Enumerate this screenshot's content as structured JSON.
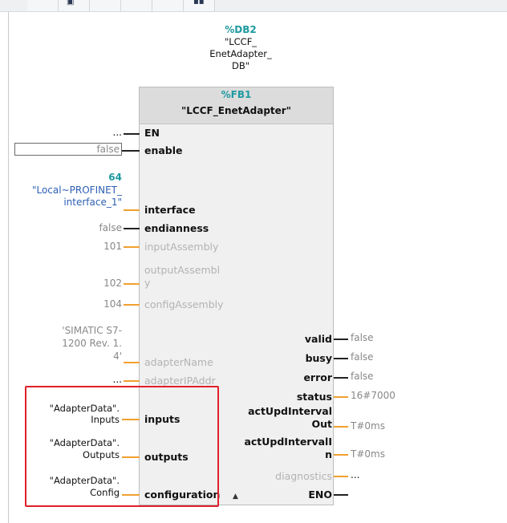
{
  "instance_db": {
    "address": "%DB2",
    "name_lines": [
      "\"LCCF_",
      "EnetAdapter_",
      "DB\""
    ]
  },
  "function_block": {
    "address": "%FB1",
    "name": "\"LCCF_EnetAdapter\""
  },
  "inputs": {
    "en": {
      "param": "EN",
      "value": "..."
    },
    "enable": {
      "param": "enable",
      "value": "false"
    },
    "interface": {
      "param": "interface",
      "hw_id": "64",
      "value_lines": [
        "\"Local~PROFINET_",
        "interface_1\""
      ]
    },
    "endianness": {
      "param": "endianness",
      "value": "false"
    },
    "inputAssembly": {
      "param": "inputAssembly",
      "value": "101"
    },
    "outputAssembly": {
      "param_lines": [
        "outputAssembl",
        "y"
      ],
      "value": "102"
    },
    "configAssembly": {
      "param": "configAssembly",
      "value": "104"
    },
    "adapterName": {
      "param": "adapterName",
      "value_lines": [
        "'SIMATIC S7-",
        "1200 Rev. 1.",
        "4'"
      ]
    },
    "adapterIPAddr": {
      "param": "adapterIPAddr",
      "value": "..."
    },
    "inputs_param": {
      "param": "inputs",
      "value_lines": [
        "\"AdapterData\".",
        "Inputs"
      ]
    },
    "outputs_param": {
      "param": "outputs",
      "value_lines": [
        "\"AdapterData\".",
        "Outputs"
      ]
    },
    "configuration": {
      "param": "configuration",
      "value_lines": [
        "\"AdapterData\".",
        "Config"
      ]
    }
  },
  "outputs": {
    "valid": {
      "param": "valid",
      "value": "false"
    },
    "busy": {
      "param": "busy",
      "value": "false"
    },
    "error": {
      "param": "error",
      "value": "false"
    },
    "status": {
      "param": "status",
      "value": "16#7000"
    },
    "actUpdIntervalOut": {
      "param_lines": [
        "actUpdInterval",
        "Out"
      ],
      "value": "T#0ms"
    },
    "actUpdIntervalIn": {
      "param_lines": [
        "actUpdIntervalI",
        "n"
      ],
      "value": "T#0ms"
    },
    "diagnostics": {
      "param": "diagnostics",
      "value": "..."
    },
    "eno": {
      "param": "ENO"
    }
  },
  "colors": {
    "teal": "#1e9aa0",
    "blue": "#2c5fb3",
    "wire_orange": "#f0a030",
    "highlight_red": "#e0202a"
  }
}
